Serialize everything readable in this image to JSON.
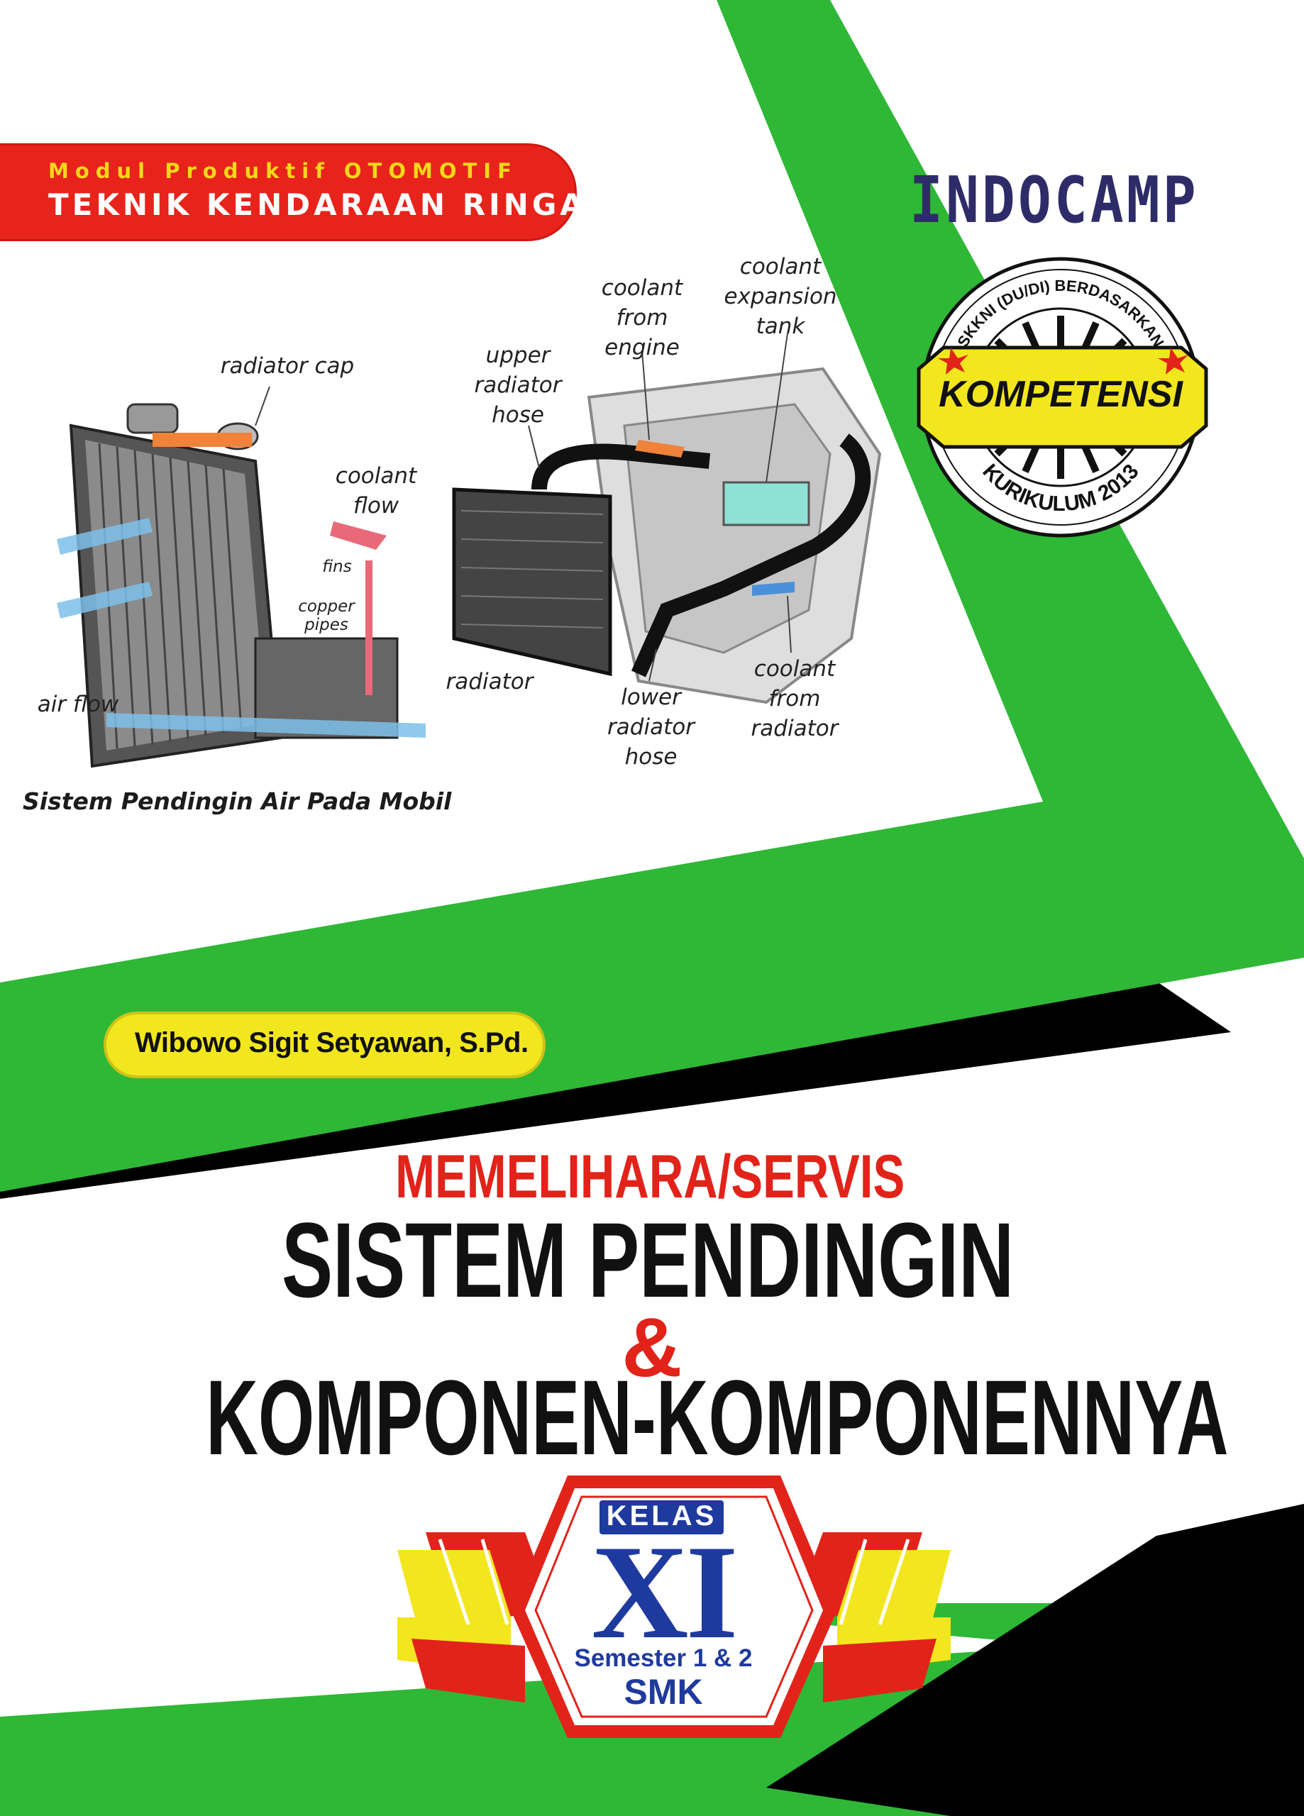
{
  "series": {
    "line1": "Modul Produktif OTOMOTIF",
    "line2": "TEKNIK KENDARAAN RINGAN"
  },
  "publisher": "INDOCAMP",
  "badge": {
    "top_arc": "SKKNI (DU/DI) BERDASARKAN",
    "banner": "KOMPETENSI",
    "bottom_arc": "KURIKULUM 2013"
  },
  "diagram_labels": {
    "radiator_cap": "radiator cap",
    "coolant_flow": "coolant\nflow",
    "fins": "fins",
    "copper_pipes": "copper\npipes",
    "air_flow": "air flow",
    "upper_radiator_hose": "upper\nradiator\nhose",
    "coolant_from_engine": "coolant\nfrom\nengine",
    "coolant_expansion_tank": "coolant\nexpansion\ntank",
    "radiator": "radiator",
    "lower_radiator_hose": "lower\nradiator\nhose",
    "coolant_from_radiator": "coolant\nfrom\nradiator"
  },
  "caption": "Sistem Pendingin Air Pada Mobil",
  "author": "Wibowo Sigit Setyawan, S.Pd.",
  "title": {
    "line1": "MEMELIHARA/SERVIS",
    "line2": "SISTEM PENDINGIN",
    "ampersand": "&",
    "line3": "KOMPONEN-KOMPONENNYA"
  },
  "grade_badge": {
    "kelas": "KELAS",
    "grade": "XI",
    "semester": "Semester 1 & 2",
    "school": "SMK"
  },
  "colors": {
    "green": "#2eb836",
    "black": "#000000",
    "red": "#e2231a",
    "yellow": "#f2e61f",
    "blue": "#1f3a9e",
    "navy": "#2e2c68"
  }
}
